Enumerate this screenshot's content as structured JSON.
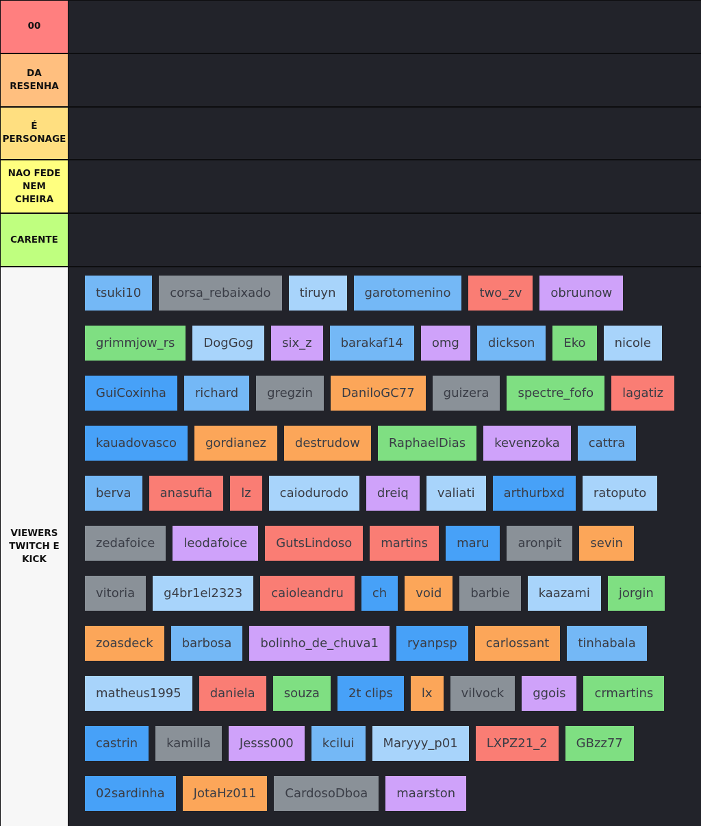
{
  "colors": {
    "red": "#ff7f7f",
    "orange": "#ffbf7f",
    "gold": "#ffdf80",
    "yellow": "#ffff7f",
    "green": "#bfff7f",
    "white": "#f7f7f7",
    "chip_blue": "#74b8f6",
    "chip_gray": "#8a9198",
    "chip_sky": "#a8d4fb",
    "chip_coral": "#fa7d74",
    "chip_lavender": "#cfa2fa",
    "chip_green": "#7fdf82",
    "chip_royal": "#47a1f8",
    "chip_orange": "#fca659"
  },
  "tiers": [
    {
      "label": "00",
      "color": "#ff7f7f"
    },
    {
      "label": "DA\nRESENHA",
      "color": "#ffbf7f"
    },
    {
      "label": "É\nPERSONAGE",
      "color": "#ffdf80"
    },
    {
      "label": "NAO FEDE\nNEM\nCHEIRA",
      "color": "#ffff7f"
    },
    {
      "label": "CARENTE",
      "color": "#bfff7f"
    },
    {
      "label": "VIEWERS\nTWITCH E\nKICK",
      "color": "#f7f7f7"
    }
  ],
  "items": [
    {
      "name": "tsuki10",
      "color": "#74b8f6"
    },
    {
      "name": "corsa_rebaixado",
      "color": "#8a9198"
    },
    {
      "name": "tiruyn",
      "color": "#a8d4fb"
    },
    {
      "name": "garotomenino",
      "color": "#74b8f6"
    },
    {
      "name": "two_zv",
      "color": "#fa7d74"
    },
    {
      "name": "obruunow",
      "color": "#cfa2fa"
    },
    {
      "name": "grimmjow_rs",
      "color": "#7fdf82"
    },
    {
      "name": "DogGog",
      "color": "#a8d4fb"
    },
    {
      "name": "six_z",
      "color": "#cfa2fa"
    },
    {
      "name": "barakaf14",
      "color": "#74b8f6"
    },
    {
      "name": "omg",
      "color": "#cfa2fa"
    },
    {
      "name": "dickson",
      "color": "#74b8f6"
    },
    {
      "name": "Eko",
      "color": "#7fdf82"
    },
    {
      "name": "nicole",
      "color": "#a8d4fb"
    },
    {
      "name": "GuiCoxinha",
      "color": "#47a1f8"
    },
    {
      "name": "richard",
      "color": "#74b8f6"
    },
    {
      "name": "gregzin",
      "color": "#8a9198"
    },
    {
      "name": "DaniloGC77",
      "color": "#fca659"
    },
    {
      "name": "guizera",
      "color": "#8a9198"
    },
    {
      "name": "spectre_fofo",
      "color": "#7fdf82"
    },
    {
      "name": "lagatiz",
      "color": "#fa7d74"
    },
    {
      "name": "kauadovasco",
      "color": "#47a1f8"
    },
    {
      "name": "gordianez",
      "color": "#fca659"
    },
    {
      "name": "destrudow",
      "color": "#fca659"
    },
    {
      "name": "RaphaelDias",
      "color": "#7fdf82"
    },
    {
      "name": "kevenzoka",
      "color": "#cfa2fa"
    },
    {
      "name": "cattra",
      "color": "#74b8f6"
    },
    {
      "name": "berva",
      "color": "#74b8f6"
    },
    {
      "name": "anasufia",
      "color": "#fa7d74"
    },
    {
      "name": "lz",
      "color": "#fa7d74"
    },
    {
      "name": "caiodurodo",
      "color": "#a8d4fb"
    },
    {
      "name": "dreiq",
      "color": "#cfa2fa"
    },
    {
      "name": "valiati",
      "color": "#a8d4fb"
    },
    {
      "name": "arthurbxd",
      "color": "#47a1f8"
    },
    {
      "name": "ratoputo",
      "color": "#a8d4fb"
    },
    {
      "name": "zedafoice",
      "color": "#8a9198"
    },
    {
      "name": "leodafoice",
      "color": "#cfa2fa"
    },
    {
      "name": "GutsLindoso",
      "color": "#fa7d74"
    },
    {
      "name": "martins",
      "color": "#fa7d74"
    },
    {
      "name": "maru",
      "color": "#47a1f8"
    },
    {
      "name": "aronpit",
      "color": "#8a9198"
    },
    {
      "name": "sevin",
      "color": "#fca659"
    },
    {
      "name": "vitoria",
      "color": "#8a9198"
    },
    {
      "name": "g4br1el2323",
      "color": "#a8d4fb"
    },
    {
      "name": "caioleandru",
      "color": "#fa7d74"
    },
    {
      "name": "ch",
      "color": "#47a1f8"
    },
    {
      "name": "void",
      "color": "#fca659"
    },
    {
      "name": "barbie",
      "color": "#8a9198"
    },
    {
      "name": "kaazami",
      "color": "#a8d4fb"
    },
    {
      "name": "jorgin",
      "color": "#7fdf82"
    },
    {
      "name": "zoasdeck",
      "color": "#fca659"
    },
    {
      "name": "barbosa",
      "color": "#74b8f6"
    },
    {
      "name": "bolinho_de_chuva1",
      "color": "#cfa2fa"
    },
    {
      "name": "ryanpsp",
      "color": "#47a1f8"
    },
    {
      "name": "carlossant",
      "color": "#fca659"
    },
    {
      "name": "tinhabala",
      "color": "#74b8f6"
    },
    {
      "name": "matheus1995",
      "color": "#a8d4fb"
    },
    {
      "name": "daniela",
      "color": "#fa7d74"
    },
    {
      "name": "souza",
      "color": "#7fdf82"
    },
    {
      "name": "2t clips",
      "color": "#47a1f8"
    },
    {
      "name": "lx",
      "color": "#fca659"
    },
    {
      "name": "vilvock",
      "color": "#8a9198"
    },
    {
      "name": "ggois",
      "color": "#cfa2fa"
    },
    {
      "name": "crmartins",
      "color": "#7fdf82"
    },
    {
      "name": "castrin",
      "color": "#47a1f8"
    },
    {
      "name": "kamilla",
      "color": "#8a9198"
    },
    {
      "name": "Jesss000",
      "color": "#cfa2fa"
    },
    {
      "name": "kcilui",
      "color": "#74b8f6"
    },
    {
      "name": "Maryyy_p01",
      "color": "#a8d4fb"
    },
    {
      "name": "LXPZ21_2",
      "color": "#fa7d74"
    },
    {
      "name": "GBzz77",
      "color": "#7fdf82"
    },
    {
      "name": "02sardinha",
      "color": "#47a1f8"
    },
    {
      "name": "JotaHz011",
      "color": "#fca659"
    },
    {
      "name": "CardosoDboa",
      "color": "#8a9198"
    },
    {
      "name": "maarston",
      "color": "#cfa2fa"
    }
  ]
}
